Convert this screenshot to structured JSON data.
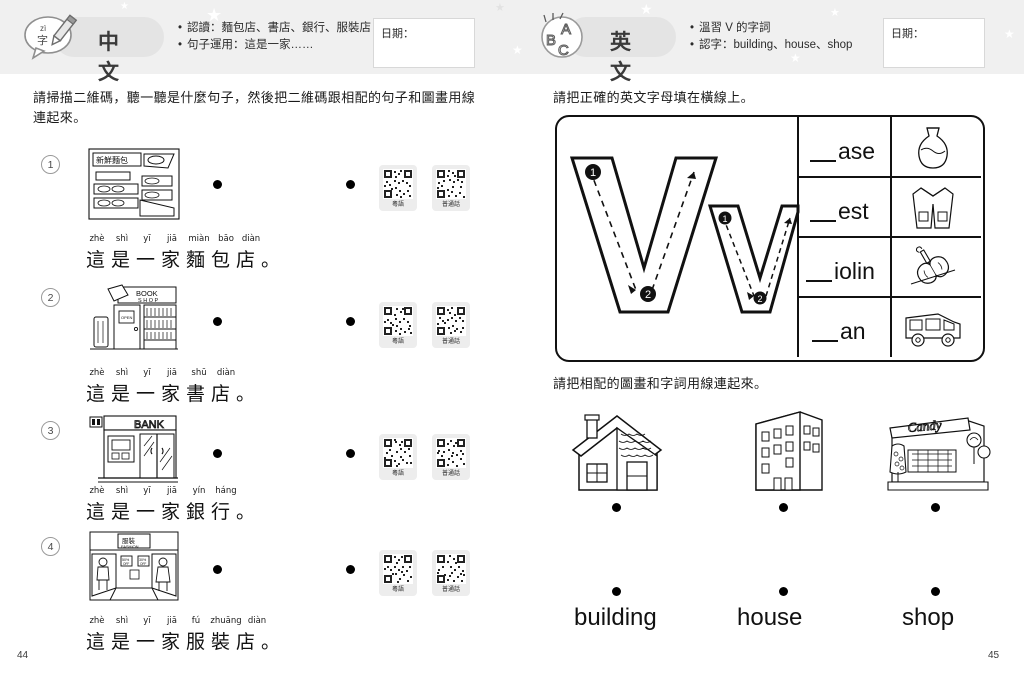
{
  "header": {
    "left": {
      "badge_icon": "speech-bubble-pencil-icon",
      "badge_text_top": "zì",
      "badge_text_bottom": "字",
      "subject": "中文",
      "bullets": [
        "認讀：麵包店、書店、銀行、服裝店",
        "句子運用：這是一家……"
      ],
      "date_label": "日期："
    },
    "right": {
      "badge_icon": "abc-circle-icon",
      "badge_letters": [
        "A",
        "B",
        "C"
      ],
      "subject": "英文",
      "bullets": [
        "溫習 V 的字詞",
        "認字：building、house、shop"
      ],
      "date_label": "日期："
    }
  },
  "left_page": {
    "instruction": "請掃描二維碼，聽一聽是什麼句子，然後把二維碼跟相配的句子和圖畫用線連起來。",
    "items": [
      {
        "number": "1",
        "picture": "bakery-shop-illustration",
        "picture_sign": "新鮮麵包",
        "pinyin": [
          "zhè",
          "shì",
          "yī",
          "jiā",
          "miàn",
          "bāo",
          "diàn"
        ],
        "sentence": "這是一家麵包店。"
      },
      {
        "number": "2",
        "picture": "book-shop-illustration",
        "picture_sign": "BOOK SHOP",
        "pinyin": [
          "zhè",
          "shì",
          "yī",
          "jiā",
          "shū",
          "diàn"
        ],
        "sentence": "這是一家書店。"
      },
      {
        "number": "3",
        "picture": "bank-illustration",
        "picture_sign": "BANK",
        "pinyin": [
          "zhè",
          "shì",
          "yī",
          "jiā",
          "yín",
          "háng"
        ],
        "sentence": "這是一家銀行。"
      },
      {
        "number": "4",
        "picture": "clothing-shop-illustration",
        "picture_sign": "服裝",
        "pinyin": [
          "zhè",
          "shì",
          "yī",
          "jiā",
          "fú",
          "zhuāng",
          "diàn"
        ],
        "sentence": "這是一家服裝店。"
      }
    ],
    "qr_rows": [
      {
        "cantonese_caption": "粵語",
        "mandarin_caption": "普通話"
      },
      {
        "cantonese_caption": "粵語",
        "mandarin_caption": "普通話"
      },
      {
        "cantonese_caption": "粵語",
        "mandarin_caption": "普通話"
      },
      {
        "cantonese_caption": "粵語",
        "mandarin_caption": "普通話"
      }
    ],
    "page_number": "44"
  },
  "right_page": {
    "instruction_letters": "請把正確的英文字母填在橫線上。",
    "letter_practice": {
      "uppercase": "V",
      "lowercase": "v",
      "stroke_markers": [
        "1",
        "2"
      ]
    },
    "word_rows": [
      {
        "word_suffix": "ase",
        "picture": "vase-illustration"
      },
      {
        "word_suffix": "est",
        "picture": "vest-illustration"
      },
      {
        "word_suffix": "iolin",
        "picture": "violin-illustration"
      },
      {
        "word_suffix": "an",
        "picture": "van-illustration"
      }
    ],
    "instruction_match": "請把相配的圖畫和字詞用線連起來。",
    "match_pictures": [
      "house-illustration",
      "apartment-building-illustration",
      "candy-shop-illustration"
    ],
    "match_sign_text": "Candy",
    "match_words": [
      "building",
      "house",
      "shop"
    ],
    "page_number": "45"
  }
}
